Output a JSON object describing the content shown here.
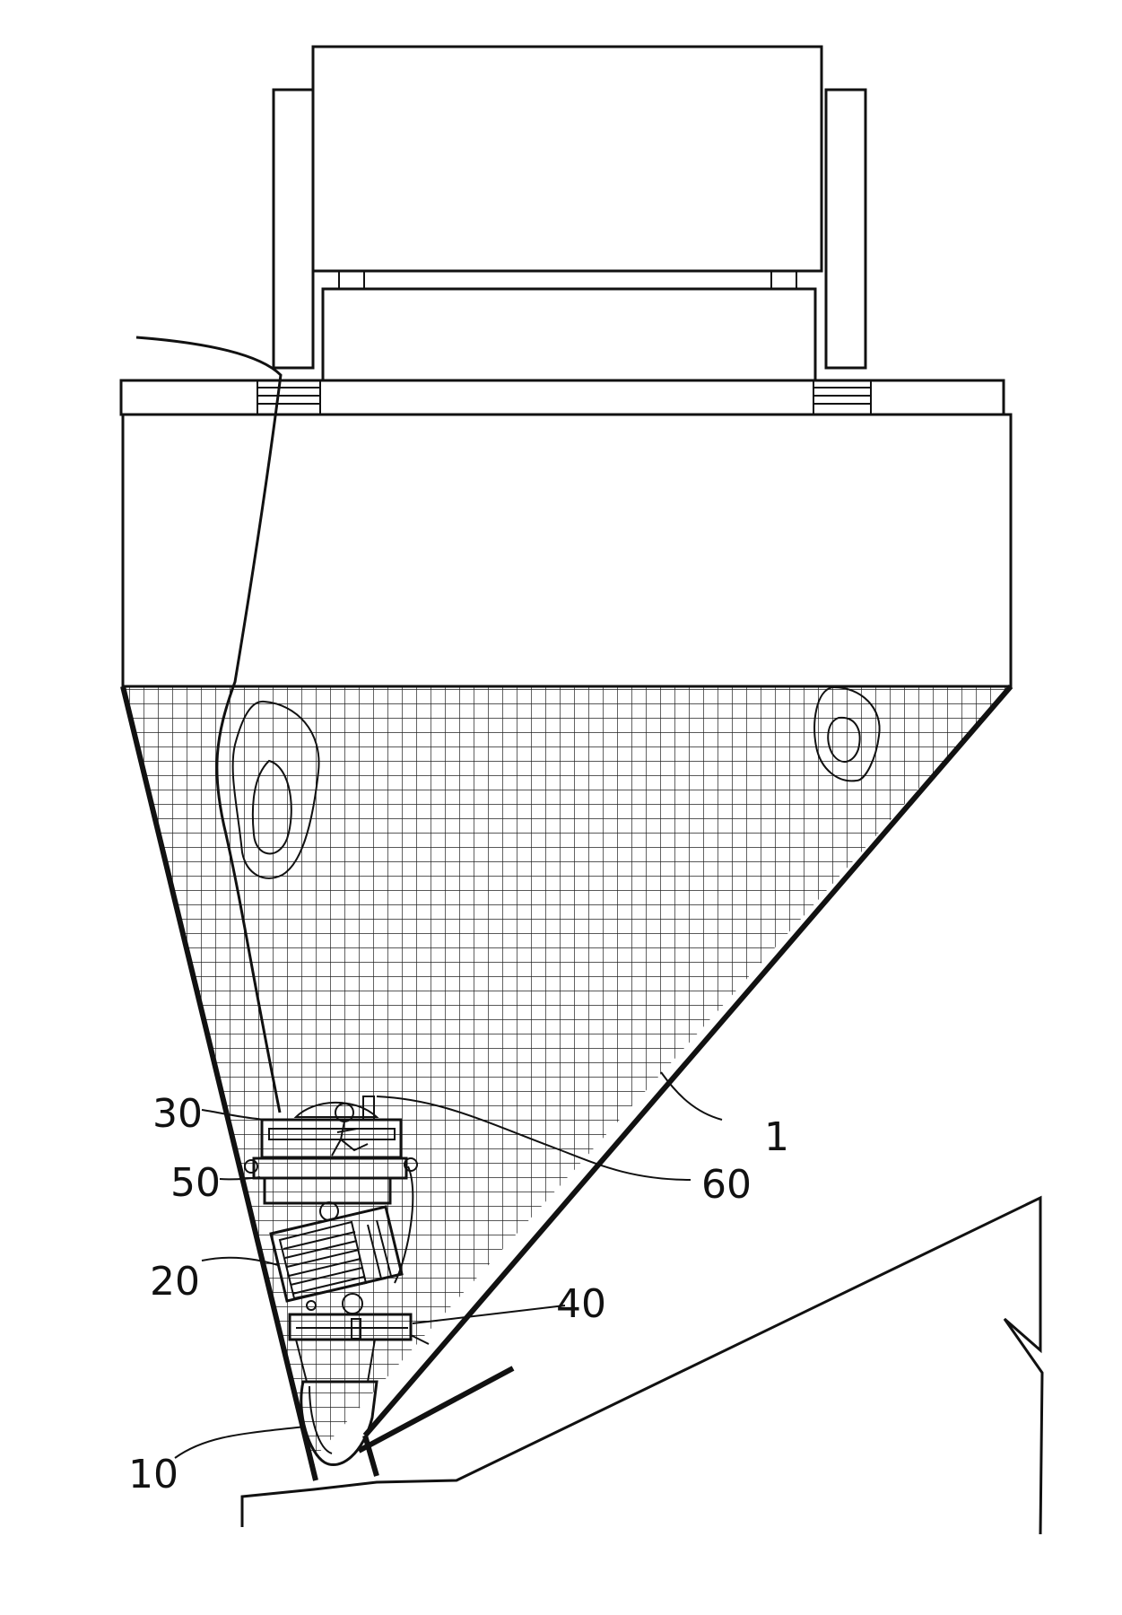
{
  "figure": {
    "labels": [
      {
        "id": "label-1",
        "text": "1"
      },
      {
        "id": "label-10",
        "text": "10"
      },
      {
        "id": "label-20",
        "text": "20"
      },
      {
        "id": "label-30",
        "text": "30"
      },
      {
        "id": "label-40",
        "text": "40"
      },
      {
        "id": "label-50",
        "text": "50"
      },
      {
        "id": "label-60",
        "text": "60"
      }
    ]
  }
}
